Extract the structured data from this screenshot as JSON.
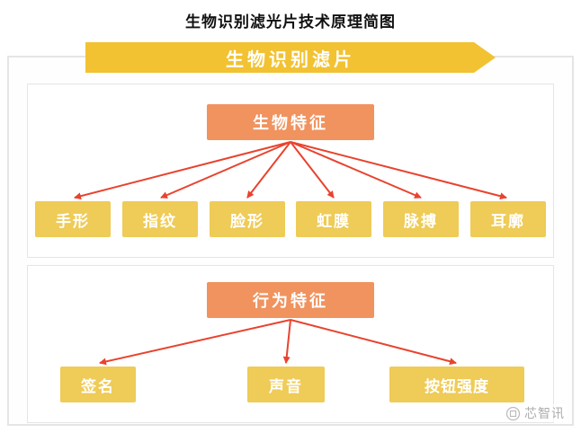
{
  "title": "生物识别滤光片技术原理简图",
  "banner": {
    "label": "生物识别滤片"
  },
  "sections": [
    {
      "header": "生物特征",
      "items": [
        "手形",
        "指纹",
        "脸形",
        "虹膜",
        "脉搏",
        "耳廓"
      ]
    },
    {
      "header": "行为特征",
      "items": [
        "签名",
        "声音",
        "按钮强度"
      ]
    }
  ],
  "watermark": "芯智讯",
  "colors": {
    "banner_bg": "#f2c232",
    "root_box_bg": "#f0935f",
    "leaf_bg": "#efcb57",
    "arrow": "#e8432e",
    "panel_border": "#e5e5e5",
    "text_on_box": "#ffffff"
  }
}
